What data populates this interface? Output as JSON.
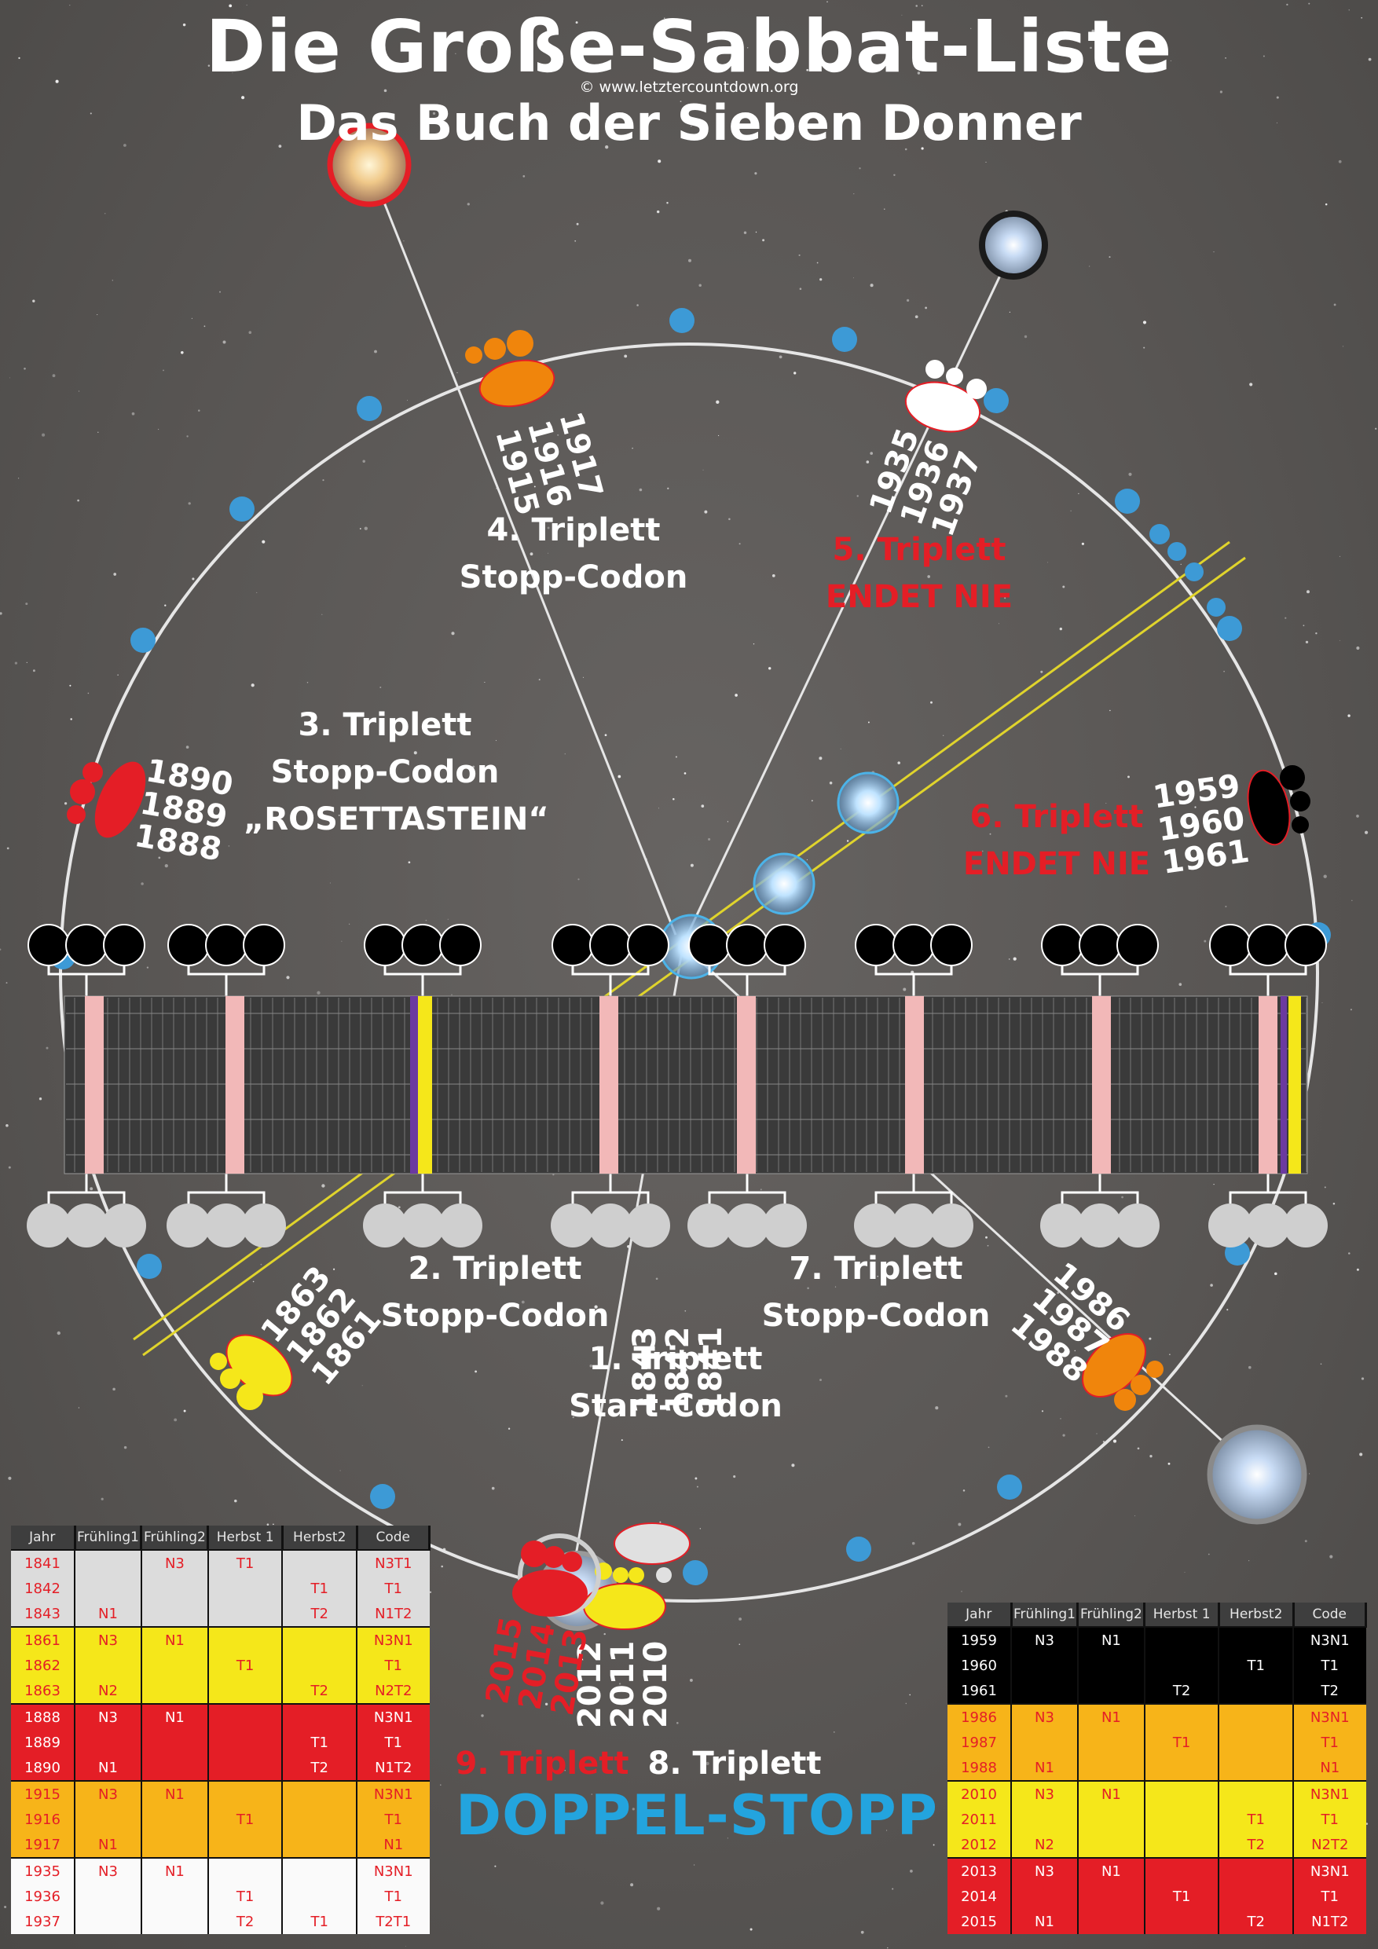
{
  "title": "Die Große-Sabbat-Liste",
  "subtitle": "Das Buch der Sieben Donner",
  "copyright": "© www.letztercountdown.org",
  "triplets": {
    "t1": {
      "title": "1. Triplett",
      "sub": "Start-Codon"
    },
    "t2": {
      "title": "2. Triplett",
      "sub": "Stopp-Codon"
    },
    "t3": {
      "title": "3. Triplett",
      "sub": "Stopp-Codon",
      "sub2": "„ROSETTASTEIN“"
    },
    "t4": {
      "title": "4. Triplett",
      "sub": "Stopp-Codon"
    },
    "t5": {
      "title": "5. Triplett",
      "sub": "ENDET NIE"
    },
    "t6": {
      "title": "6. Triplett",
      "sub": "ENDET NIE"
    },
    "t7": {
      "title": "7. Triplett",
      "sub": "Stopp-Codon"
    },
    "t8": {
      "title": "8. Triplett"
    },
    "t9": {
      "title": "9. Triplett"
    },
    "doppel": "DOPPEL-STOPP"
  },
  "years": {
    "y1": [
      "1843",
      "1842",
      "1841"
    ],
    "y2": [
      "1863",
      "1862",
      "1861"
    ],
    "y3": [
      "1890",
      "1889",
      "1888"
    ],
    "y4": [
      "1917",
      "1916",
      "1915"
    ],
    "y5": [
      "1935",
      "1936",
      "1937"
    ],
    "y6": [
      "1959",
      "1960",
      "1961"
    ],
    "y7": [
      "1986",
      "1987",
      "1988"
    ],
    "y8": [
      "2012",
      "2011",
      "2010"
    ],
    "y9": [
      "2015",
      "2014",
      "2013"
    ]
  },
  "table_headers": [
    "Jahr",
    "Frühling1",
    "Frühling2",
    "Herbst 1",
    "Herbst2",
    "Code"
  ],
  "left_table": [
    {
      "color": "white",
      "cells": [
        "1841",
        "",
        "N3",
        "T1",
        "",
        "N3T1"
      ]
    },
    {
      "color": "white",
      "cells": [
        "1842",
        "",
        "",
        "",
        "T1",
        "T1"
      ]
    },
    {
      "color": "white",
      "cells": [
        "1843",
        "N1",
        "",
        "",
        "T2",
        "N1T2"
      ]
    },
    {
      "color": "yellow",
      "cells": [
        "1861",
        "N3",
        "N1",
        "",
        "",
        "N3N1"
      ]
    },
    {
      "color": "yellow",
      "cells": [
        "1862",
        "",
        "",
        "T1",
        "",
        "T1"
      ]
    },
    {
      "color": "yellow",
      "cells": [
        "1863",
        "N2",
        "",
        "",
        "T2",
        "N2T2"
      ]
    },
    {
      "color": "red",
      "cells": [
        "1888",
        "N3",
        "N1",
        "",
        "",
        "N3N1"
      ]
    },
    {
      "color": "red",
      "cells": [
        "1889",
        "",
        "",
        "",
        "T1",
        "T1"
      ]
    },
    {
      "color": "red",
      "cells": [
        "1890",
        "N1",
        "",
        "",
        "T2",
        "N1T2"
      ]
    },
    {
      "color": "orange",
      "cells": [
        "1915",
        "N3",
        "N1",
        "",
        "",
        "N3N1"
      ]
    },
    {
      "color": "orange",
      "cells": [
        "1916",
        "",
        "",
        "T1",
        "",
        "T1"
      ]
    },
    {
      "color": "orange",
      "cells": [
        "1917",
        "N1",
        "",
        "",
        "",
        "N1"
      ]
    },
    {
      "color": "white",
      "cells": [
        "1935",
        "N3",
        "N1",
        "",
        "",
        "N3N1"
      ]
    },
    {
      "color": "white",
      "cells": [
        "1936",
        "",
        "",
        "T1",
        "",
        "T1"
      ]
    },
    {
      "color": "white",
      "cells": [
        "1937",
        "",
        "",
        "T2",
        "T1",
        "T2T1"
      ]
    }
  ],
  "right_table": [
    {
      "color": "black",
      "cells": [
        "1959",
        "N3",
        "N1",
        "",
        "",
        "N3N1"
      ]
    },
    {
      "color": "black",
      "cells": [
        "1960",
        "",
        "",
        "",
        "T1",
        "T1"
      ]
    },
    {
      "color": "black",
      "cells": [
        "1961",
        "",
        "",
        "T2",
        "",
        "T2"
      ]
    },
    {
      "color": "orange",
      "cells": [
        "1986",
        "N3",
        "N1",
        "",
        "",
        "N3N1"
      ]
    },
    {
      "color": "orange",
      "cells": [
        "1987",
        "",
        "",
        "T1",
        "",
        "T1"
      ]
    },
    {
      "color": "orange",
      "cells": [
        "1988",
        "N1",
        "",
        "",
        "",
        "N1"
      ]
    },
    {
      "color": "yellow",
      "cells": [
        "2010",
        "N3",
        "N1",
        "",
        "",
        "N3N1"
      ]
    },
    {
      "color": "yellow",
      "cells": [
        "2011",
        "",
        "",
        "",
        "T1",
        "T1"
      ]
    },
    {
      "color": "yellow",
      "cells": [
        "2012",
        "N2",
        "",
        "",
        "T2",
        "N2T2"
      ]
    },
    {
      "color": "red",
      "cells": [
        "2013",
        "N3",
        "N1",
        "",
        "",
        "N3N1"
      ]
    },
    {
      "color": "red",
      "cells": [
        "2014",
        "",
        "",
        "T1",
        "",
        "T1"
      ]
    },
    {
      "color": "red",
      "cells": [
        "2015",
        "N1",
        "",
        "",
        "T2",
        "N1T2"
      ]
    }
  ],
  "colors": {
    "black": "#000000",
    "orange": "#f0850c",
    "red": "#e41e26",
    "yellow": "#f5e71a",
    "white": "#ffffff",
    "blue_dot": "#3d9ad6",
    "gray_dot": "#cfcfcf",
    "pink_band": "#f2b8b8",
    "accent_blue": "#23a4de"
  }
}
